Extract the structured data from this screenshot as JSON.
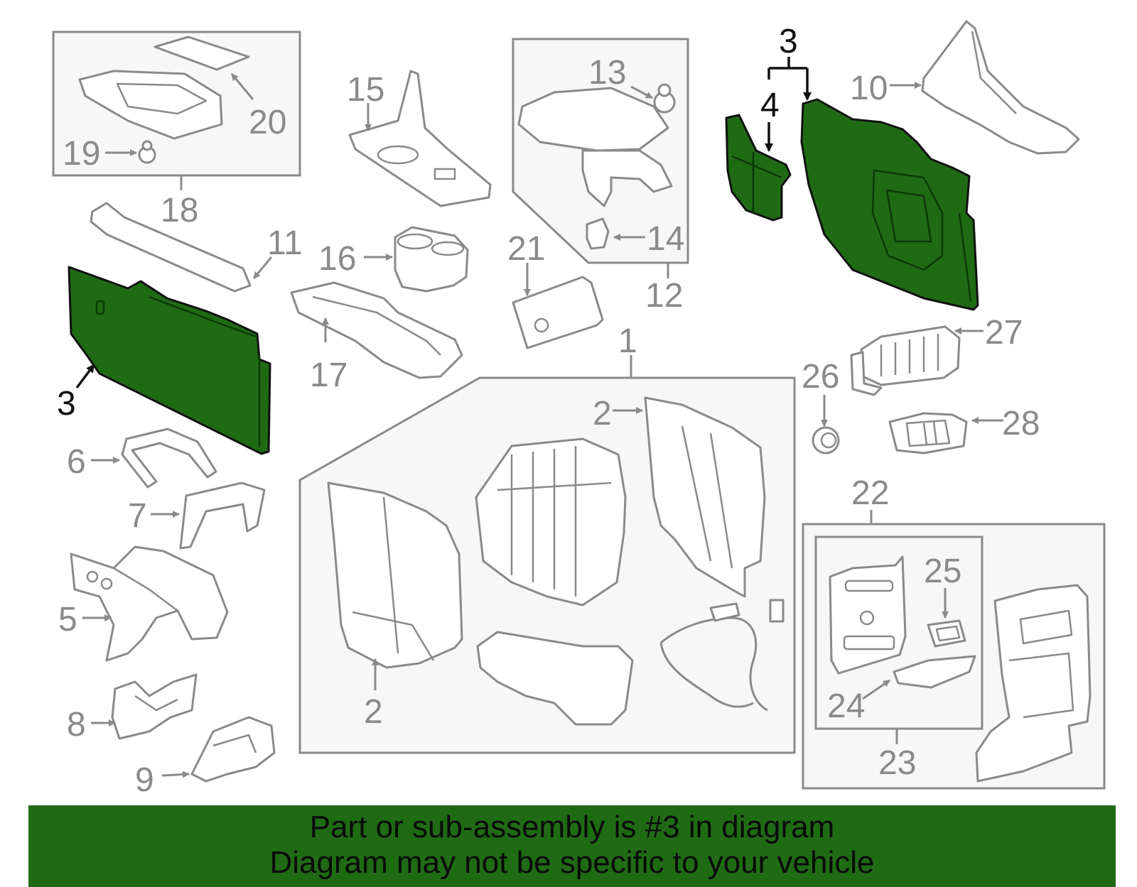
{
  "diagram": {
    "highlight_color": "#1f6b14",
    "part_color": "#8a8a8a",
    "callouts": {
      "c1": "1",
      "c2a": "2",
      "c2b": "2",
      "c3a": "3",
      "c3b": "3",
      "c4": "4",
      "c5": "5",
      "c6": "6",
      "c7": "7",
      "c8": "8",
      "c9": "9",
      "c10": "10",
      "c11": "11",
      "c12": "12",
      "c13": "13",
      "c14": "14",
      "c15": "15",
      "c16": "16",
      "c17": "17",
      "c18": "18",
      "c19": "19",
      "c20": "20",
      "c21": "21",
      "c22": "22",
      "c23": "23",
      "c24": "24",
      "c25": "25",
      "c26": "26",
      "c27": "27",
      "c28": "28"
    }
  },
  "banner": {
    "line1": "Part or sub-assembly is #3 in diagram",
    "line2": "Diagram may not be specific to your vehicle"
  }
}
